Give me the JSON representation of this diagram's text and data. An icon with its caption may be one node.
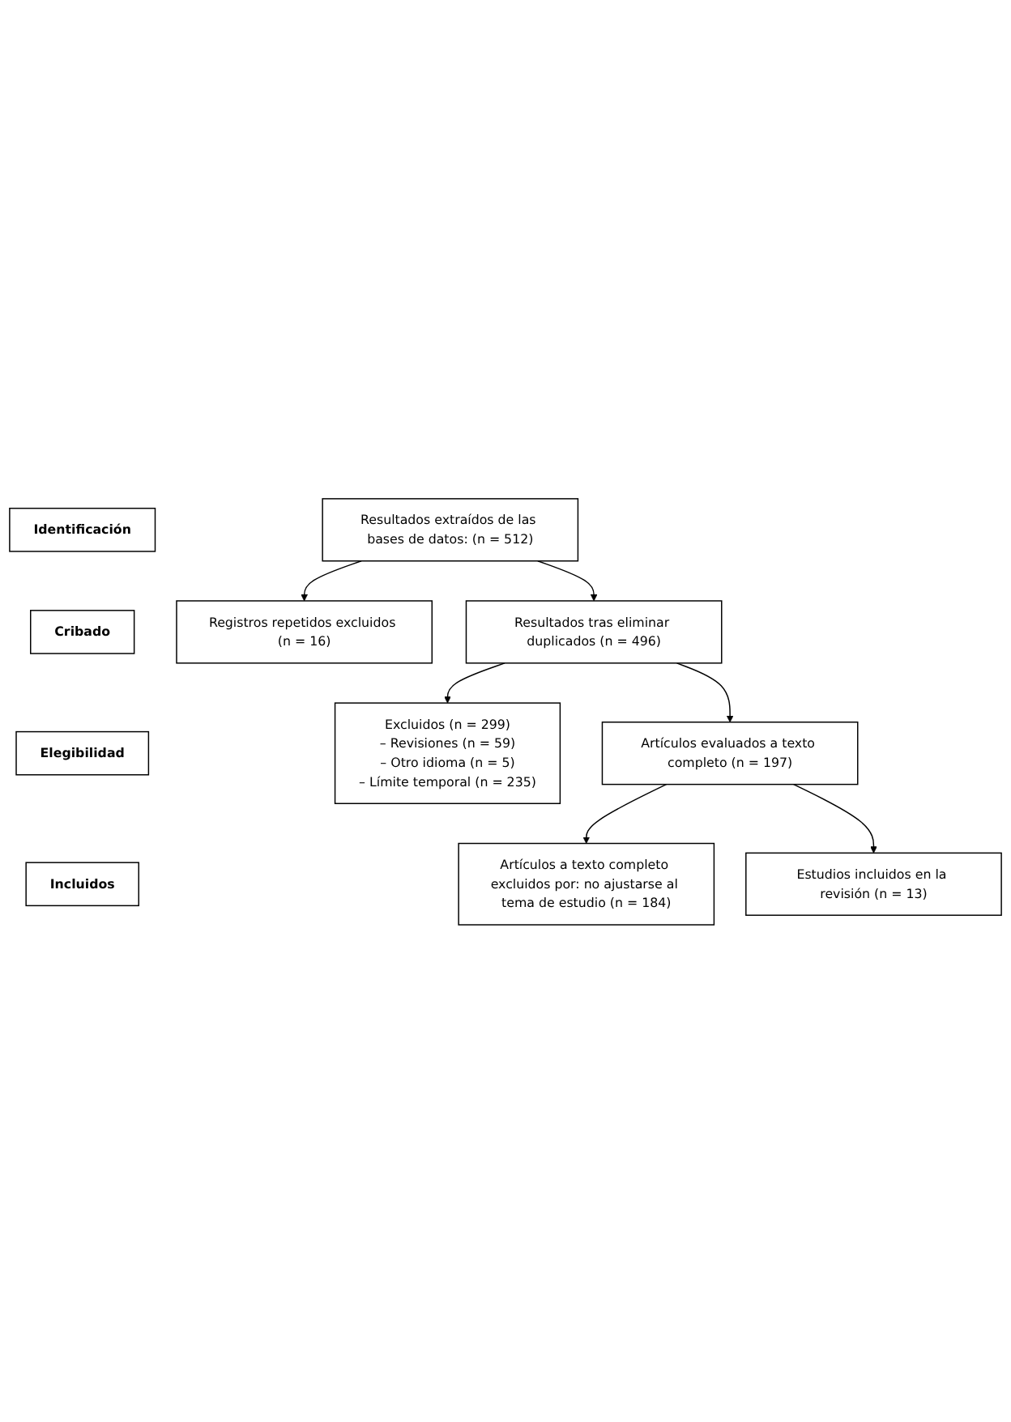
{
  "diagram": {
    "nodes": [
      {
        "text": [
          "Identificación"
        ]
      },
      {
        "text": [
          "Resultados extraídos de las bases de datos: (n = 512)"
        ]
      },
      {
        "text": [
          "Registros repetidos excluidos (n = 16)"
        ]
      },
      {
        "text": [
          "Cribado"
        ]
      },
      {
        "text": [
          "Resultados tras eliminar duplicados (n = 496)"
        ]
      },
      {
        "text": [
          "Excluidos (n = 299)",
          "– Revisiones (n = 59)",
          "– Otro idioma (n = 5)",
          "– Límite temporal (n = 235)"
        ]
      },
      {
        "text": [
          "Elegibilidad"
        ]
      },
      {
        "text": [
          "Artículos evaluados a texto completo (n = 197)"
        ]
      },
      {
        "text": [
          "Artículos a texto completo excluidos por: no ajustarse al tema de estudio (n = 184)"
        ]
      },
      {
        "text": [
          "Incluidos"
        ]
      },
      {
        "text": [
          "Estudios incluidos en la revisión (n = 13)"
        ]
      }
    ],
    "edges": [
      {
        "from": 1,
        "to": 2,
        "arrow": "to"
      },
      {
        "from": 1,
        "to": 4,
        "arrow": "to"
      },
      {
        "from": 4,
        "to": 5,
        "arrow": "to"
      },
      {
        "from": 4,
        "to": 7,
        "arrow": "to"
      },
      {
        "from": 7,
        "to": 8,
        "arrow": "to"
      },
      {
        "from": 7,
        "to": 10,
        "arrow": "to"
      }
    ]
  }
}
